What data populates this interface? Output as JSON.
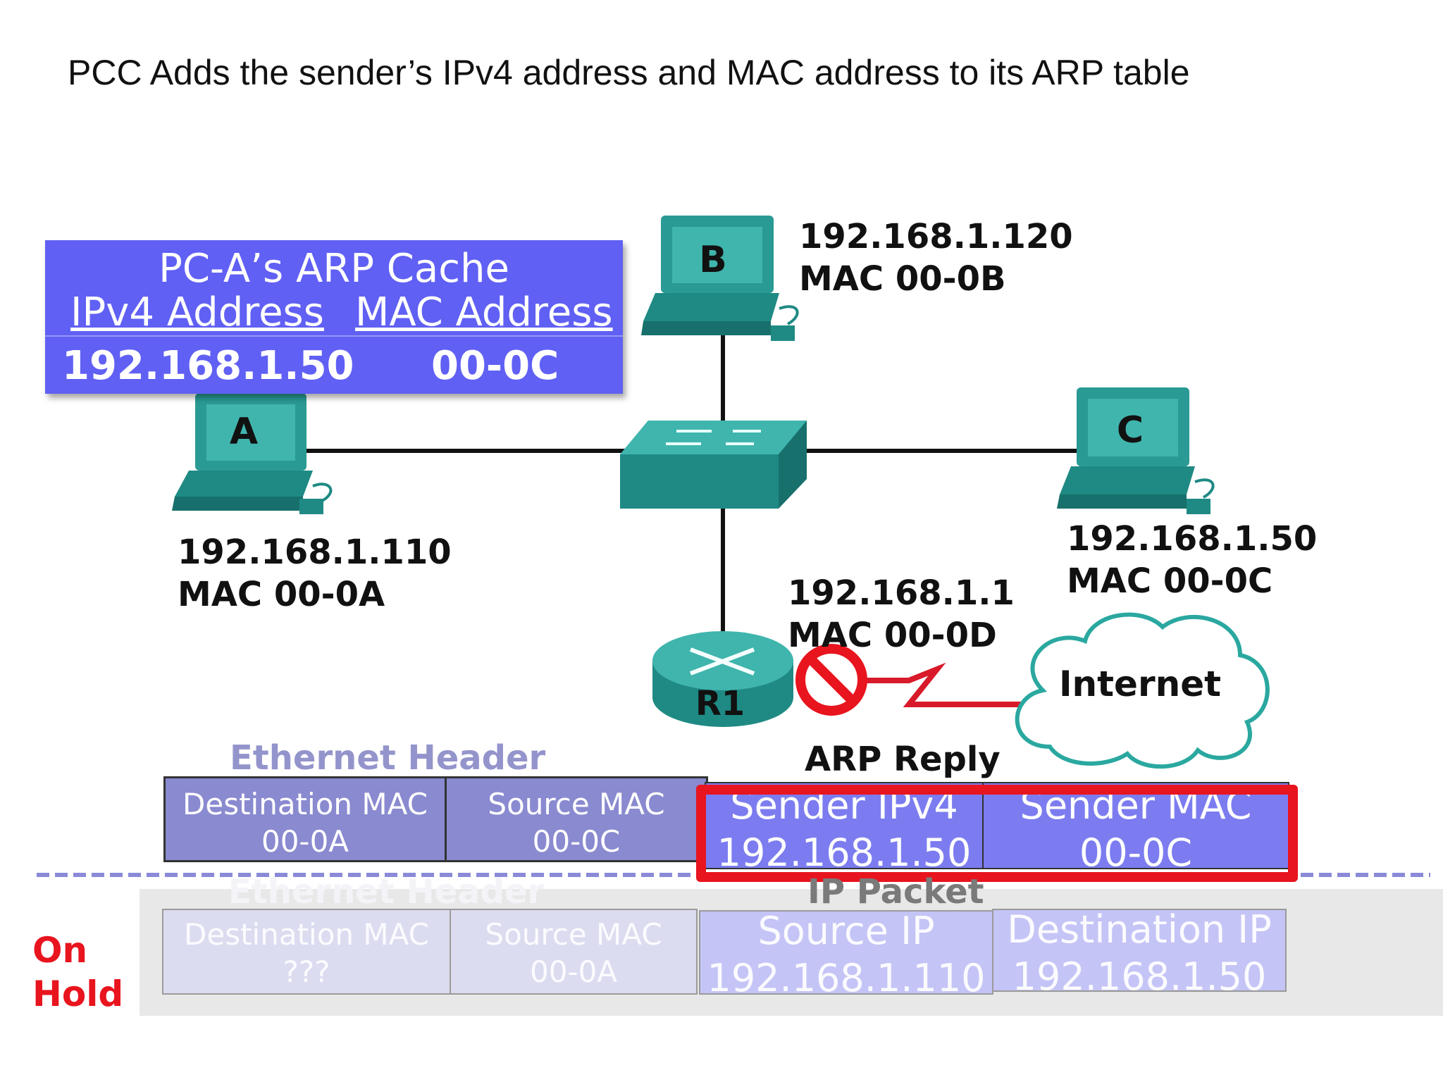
{
  "slide": {
    "title": "PCC Adds the sender’s IPv4 address and MAC address to its ARP table"
  },
  "arp_cache": {
    "title": "PC-A’s ARP Cache",
    "col_ipv4": "IPv4 Address",
    "col_mac": "MAC Address",
    "entry_ipv4": "192.168.1.50",
    "entry_mac": "00-0C"
  },
  "hosts": {
    "a": {
      "label": "A",
      "ip": "192.168.1.110",
      "mac": "MAC 00-0A"
    },
    "b": {
      "label": "B",
      "ip": "192.168.1.120",
      "mac": "MAC 00-0B"
    },
    "c": {
      "label": "C",
      "ip": "192.168.1.50",
      "mac": "MAC 00-0C"
    }
  },
  "router": {
    "label": "R1",
    "ip": "192.168.1.1",
    "mac": "MAC 00-0D"
  },
  "cloud": {
    "label": "Internet"
  },
  "arp_reply": {
    "ethernet_header_label": "Ethernet Header",
    "arp_label": "ARP Reply",
    "dest_mac_label": "Destination  MAC",
    "dest_mac_value": "00-0A",
    "src_mac_label": "Source  MAC",
    "src_mac_value": "00-0C",
    "sender_ipv4_label": "Sender IPv4",
    "sender_ipv4_value": "192.168.1.50",
    "sender_mac_label": "Sender MAC",
    "sender_mac_value": "00-0C"
  },
  "on_hold": {
    "label_line1": "On",
    "label_line2": "Hold",
    "ethernet_header_label": "Ethernet Header",
    "ip_packet_label": "IP Packet",
    "dest_mac_label": "Destination  MAC",
    "dest_mac_value": "???",
    "src_mac_label": "Source  MAC",
    "src_mac_value": "00-0A",
    "source_ip_label": "Source  IP",
    "source_ip_value": "192.168.1.110",
    "dest_ip_label": "Destination  IP",
    "dest_ip_value": "192.168.1.50"
  },
  "colors": {
    "arp_panel": "#6060f4",
    "device_teal": "#2a9a94",
    "highlight_red": "#e8141e",
    "link": "#111111",
    "wan_link": "#d81a2a"
  },
  "icons": [
    "pc-icon",
    "switch-icon",
    "router-icon",
    "cloud-icon",
    "no-entry-icon",
    "wan-link-icon"
  ]
}
